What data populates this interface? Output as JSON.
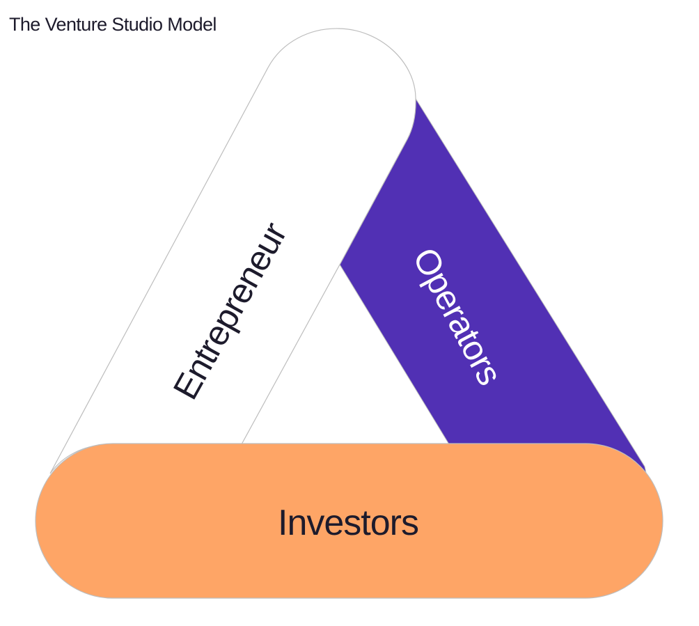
{
  "title": "The Venture Studio Model",
  "pillars": {
    "entrepreneur": {
      "label": "Entrepreneur",
      "color": "#ffffff"
    },
    "operators": {
      "label": "Operators",
      "color": "#5130b4"
    },
    "investors": {
      "label": "Investors",
      "color": "#fea566"
    }
  },
  "colors": {
    "text_dark": "#1d1b2c",
    "text_light": "#ffffff",
    "outline": "#bdbdbd"
  }
}
